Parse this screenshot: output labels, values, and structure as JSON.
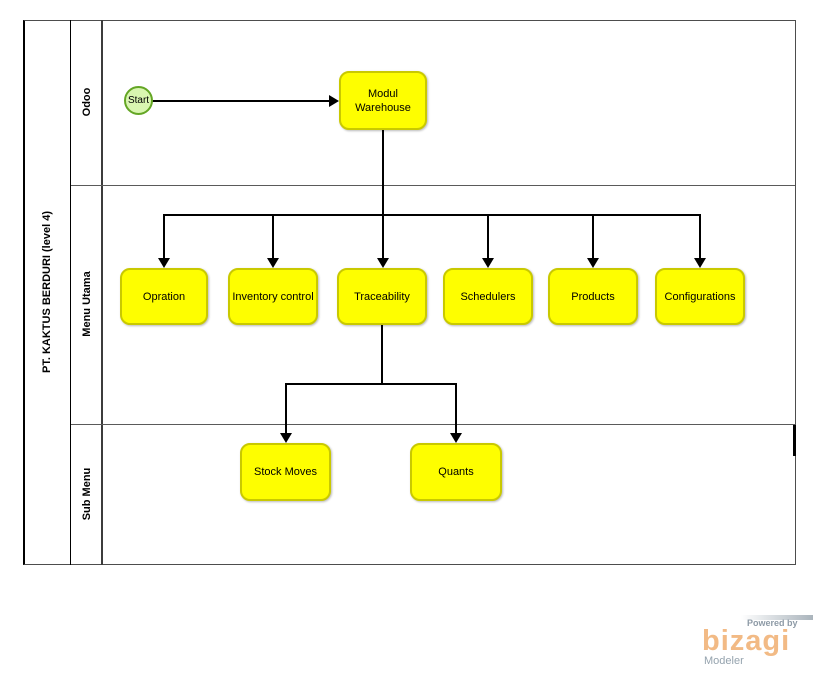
{
  "pool": {
    "title": "PT. KAKTUS BERDURI (level 4)",
    "lanes": [
      {
        "label": "Odoo"
      },
      {
        "label": "Menu Utama"
      },
      {
        "label": "Sub Menu"
      }
    ]
  },
  "nodes": {
    "start_event": {
      "label": "Start"
    },
    "root": {
      "label": "Modul Warehouse"
    },
    "menu_utama": [
      {
        "label": "Opration"
      },
      {
        "label": "Inventory control"
      },
      {
        "label": "Traceability"
      },
      {
        "label": "Schedulers"
      },
      {
        "label": "Products"
      },
      {
        "label": "Configurations"
      }
    ],
    "sub_menu": [
      {
        "label": "Stock Moves"
      },
      {
        "label": "Quants"
      }
    ]
  },
  "branding": {
    "powered_by": "Powered by",
    "brand": "bizagi",
    "product": "Modeler"
  },
  "colors": {
    "task_fill": "#FEFE00",
    "task_border": "#C9C900",
    "event_fill": "#D9F6B1",
    "event_border": "#64A625",
    "connector": "#000000",
    "lane_line": "#5A5A5A",
    "brand_orange": "#F2BA85",
    "brand_gray": "#95A3AE"
  }
}
